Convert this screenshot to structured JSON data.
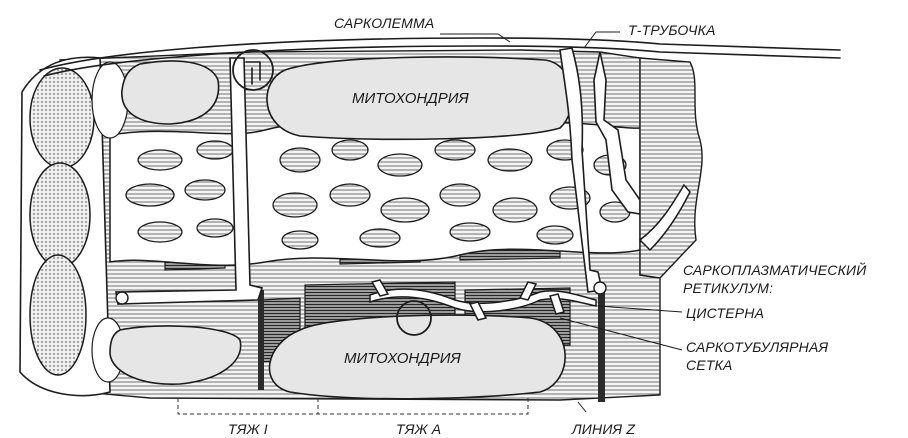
{
  "labels": {
    "sarcolemma": "САРКОЛЕММА",
    "t_tubule": "Т-ТРУБОЧКА",
    "mito_top": "МИТОХОНДРИЯ",
    "mito_bottom": "МИТОХОНДРИЯ",
    "sr_line1": "САРКОПЛАЗМАТИЧЕСКИЙ",
    "sr_line2": "РЕТИКУЛУМ:",
    "cistern": "ЦИСТЕРНА",
    "sarcotubular_line1": "САРКОТУБУЛЯРНАЯ",
    "sarcotubular_line2": "СЕТКА",
    "band_i": "ТЯЖ I",
    "band_a": "ТЯЖ A",
    "z_line": "ЛИНИЯ Z"
  }
}
